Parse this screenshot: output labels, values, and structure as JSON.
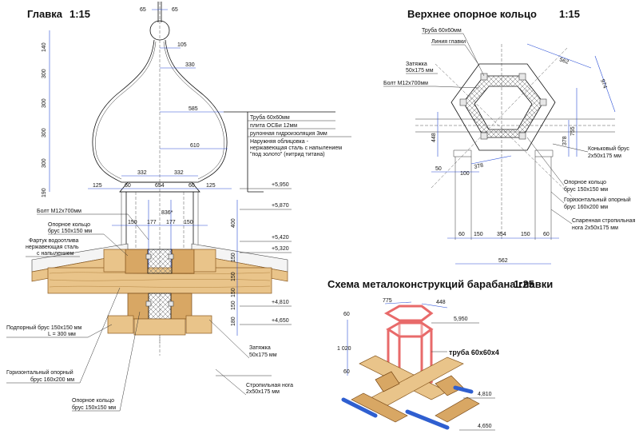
{
  "titles": {
    "left": "Главка",
    "left_scale": "1:15",
    "right": "Верхнее опорное кольцо",
    "right_scale": "1:15",
    "bottom": "Схема металоконструкций барабана главки",
    "bottom_scale": "1:25"
  },
  "left_dims": {
    "top_left": "65",
    "top_right": "65",
    "vertical": [
      "140",
      "300",
      "300",
      "300",
      "300",
      "190"
    ],
    "widths": [
      "105",
      "330",
      "585",
      "610"
    ],
    "row332": [
      "332",
      "332"
    ],
    "row125": [
      "125",
      "60",
      "654",
      "60",
      "125"
    ],
    "d836": "836*",
    "row150": [
      "150",
      "177",
      "177",
      "150"
    ],
    "right_vertical": [
      "400",
      "150",
      "150",
      "150",
      "150",
      "180"
    ]
  },
  "left_spec": {
    "lines": [
      "Труба  60х60мм",
      "плита ОСБи  12мм",
      "рулонная гидроизоляция  3мм",
      "Наружняя облицовка -",
      "нержавеющая сталь с напылением",
      "\"под золото\" (нитрид титана)"
    ]
  },
  "left_levels": [
    "+5,950",
    "+5,870",
    "+5,420",
    "+5,320",
    "+4,810",
    "+4,650"
  ],
  "left_labels": {
    "bolt": "Болт  М12х700мм",
    "ring1": "Опорное кольцо",
    "ring1b": "брус 150х150 мм",
    "apron1": "Фартук водоотлива",
    "apron2": "нержавеющая сталь",
    "apron3": "с напылением",
    "sub1": "Подпорный брус 150х150 мм",
    "sub2": "L = 300  мм",
    "hor1": "Горизонтальный опорный",
    "hor2": "брус  160х200 мм",
    "ring2": "Опорное кольцо",
    "ring2b": "брус 150х150 мм",
    "tie1": "Затяжка",
    "tie2": "50х175 мм",
    "raf1": "Стропильная нога",
    "raf2": "2х50х175 мм"
  },
  "right_labels": {
    "pipe": "Труба  60х60мм",
    "eave": "Линия главки",
    "tie1": "Затяжка",
    "tie2": "50х175 мм",
    "bolt": "Болт  М12х700мм",
    "ridge1": "Коньковый брус",
    "ridge2": "2х50х175 мм",
    "ring1": "Опорное кольцо",
    "ring2": "брус 150х150 мм",
    "hor1": "Горизонтальный опорный",
    "hor2": "брус  160х200 мм",
    "raf1": "Спаренная стропильная",
    "raf2": "нога  2х50х175 мм"
  },
  "right_dims": {
    "d562a": "562",
    "d974": "974",
    "d448": "448",
    "d378a": "378",
    "d755": "755",
    "d50": "50",
    "d100": "100",
    "d378b": "378",
    "row": [
      "60",
      "150",
      "354",
      "150",
      "60"
    ],
    "d562b": "562"
  },
  "bottom_dims": {
    "d775": "775",
    "d448": "448",
    "d60a": "60",
    "l5950": "5,950",
    "d1020": "1 020",
    "d60b": "60",
    "l4810": "4,810",
    "l4650": "4,650",
    "pipe": "труба 60х60х4"
  }
}
